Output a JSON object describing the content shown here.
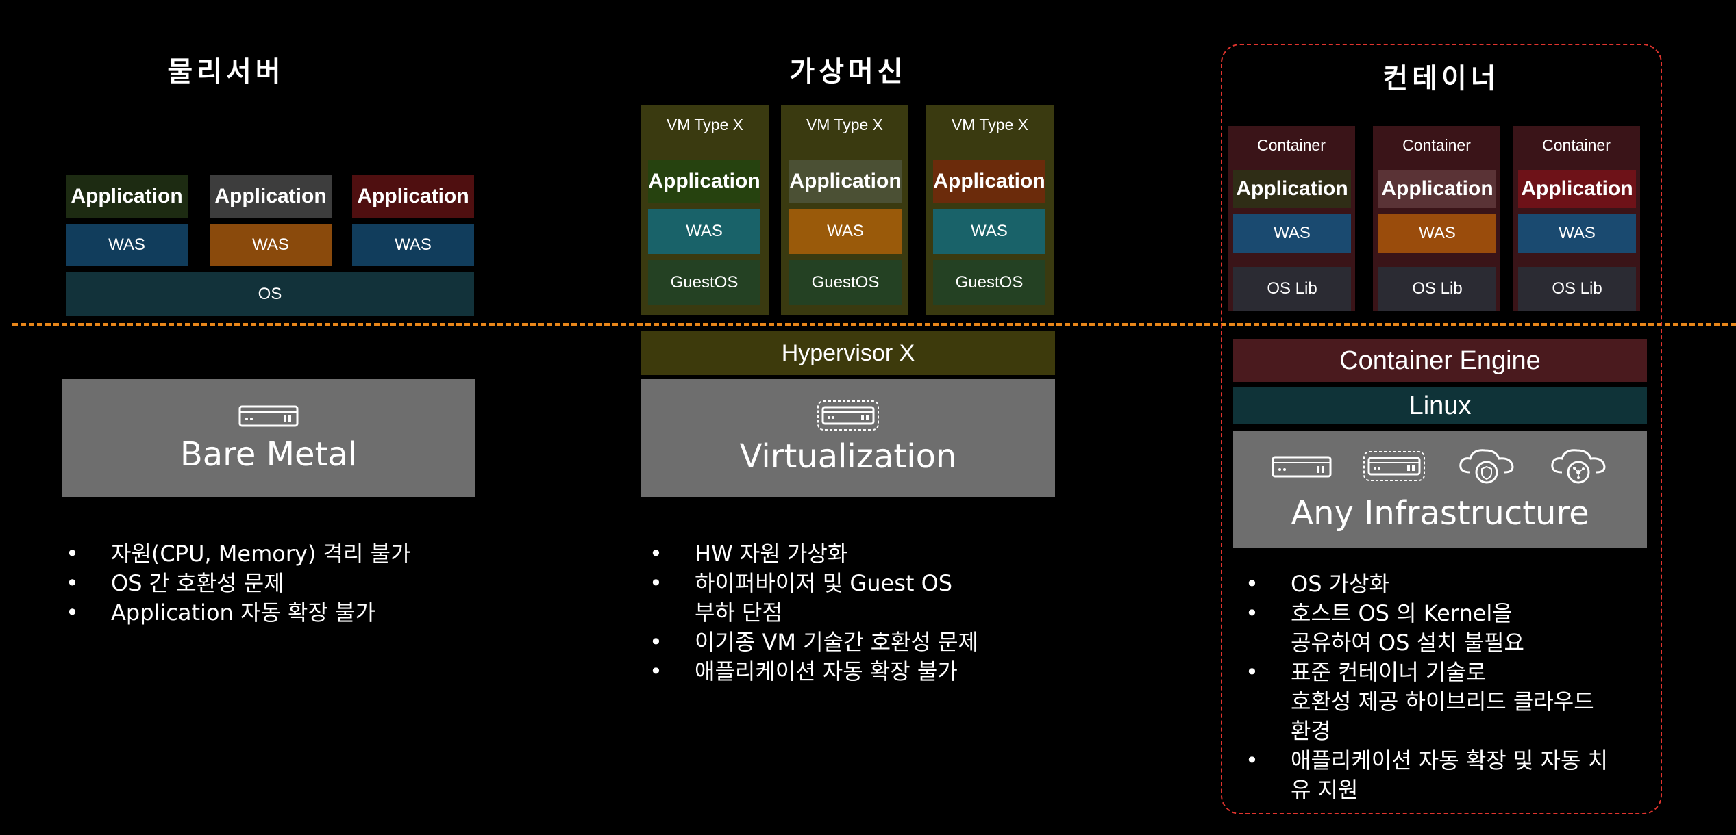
{
  "colors": {
    "background": "#000000",
    "divider": "#e8861a",
    "container_outline": "#e0342e",
    "infra_gray": "#6e6e6e",
    "hypervisor": "#3d3a0c",
    "vm_frame": "#3a3a10",
    "container_frame": "#3a1418",
    "container_engine": "#4a1a1e",
    "linux": "#0f3338",
    "os": "#12323a"
  },
  "physical": {
    "title": "물리서버",
    "stacks": [
      {
        "app": "Application",
        "app_color": "#1d2b12",
        "was": "WAS",
        "was_color": "#113d5c"
      },
      {
        "app": "Application",
        "app_color": "#3d3d3d",
        "was": "WAS",
        "was_color": "#8a4a0c"
      },
      {
        "app": "Application",
        "app_color": "#4f0f10",
        "was": "WAS",
        "was_color": "#113d5c"
      }
    ],
    "os": "OS",
    "base": {
      "title": "Bare Metal",
      "icons": [
        "server-icon"
      ]
    },
    "bullets": [
      "자원(CPU, Memory) 격리 불가",
      "OS 간 호환성 문제",
      "Application 자동 확장 불가"
    ]
  },
  "vm": {
    "title": "가상머신",
    "stacks": [
      {
        "header": "VM Type X",
        "app": "Application",
        "app_color": "#26420f",
        "was": "WAS",
        "was_color": "#196269",
        "guest": "GuestOS",
        "guest_color": "#244123"
      },
      {
        "header": "VM Type X",
        "app": "Application",
        "app_color": "#4b5034",
        "was": "WAS",
        "was_color": "#9a5a0a",
        "guest": "GuestOS",
        "guest_color": "#244123"
      },
      {
        "header": "VM Type X",
        "app": "Application",
        "app_color": "#6b2b0b",
        "was": "WAS",
        "was_color": "#196269",
        "guest": "GuestOS",
        "guest_color": "#244123"
      }
    ],
    "hypervisor": "Hypervisor X",
    "base": {
      "title": "Virtualization",
      "icons": [
        "virtual-server-icon"
      ]
    },
    "bullets": [
      "HW 자원 가상화",
      "하이퍼바이저 및 Guest OS\n부하 단점",
      "이기종 VM 기술간 호환성 문제",
      "애플리케이션 자동 확장 불가"
    ]
  },
  "container": {
    "title": "컨테이너",
    "stacks": [
      {
        "header": "Container",
        "app": "Application",
        "app_color": "#2f2d16",
        "was": "WAS",
        "was_color": "#1a4a70",
        "lib": "OS Lib",
        "lib_color": "#2b2b33"
      },
      {
        "header": "Container",
        "app": "Application",
        "app_color": "#5a3336",
        "was": "WAS",
        "was_color": "#9a4c0c",
        "lib": "OS Lib",
        "lib_color": "#2b2b33"
      },
      {
        "header": "Container",
        "app": "Application",
        "app_color": "#6e1218",
        "was": "WAS",
        "was_color": "#1a4a70",
        "lib": "OS Lib",
        "lib_color": "#2b2b33"
      }
    ],
    "engine": "Container Engine",
    "linux": "Linux",
    "base": {
      "title": "Any Infrastructure",
      "icons": [
        "server-icon",
        "virtual-server-icon",
        "cloud-security-icon",
        "cloud-network-icon"
      ]
    },
    "bullets": [
      "OS 가상화",
      "호스트 OS 의 Kernel을\n공유하여 OS 설치 불필요",
      "표준 컨테이너 기술로\n호환성 제공 하이브리드 클라우드\n환경",
      "애플리케이션  자동 확장 및 자동 치\n유 지원"
    ]
  }
}
